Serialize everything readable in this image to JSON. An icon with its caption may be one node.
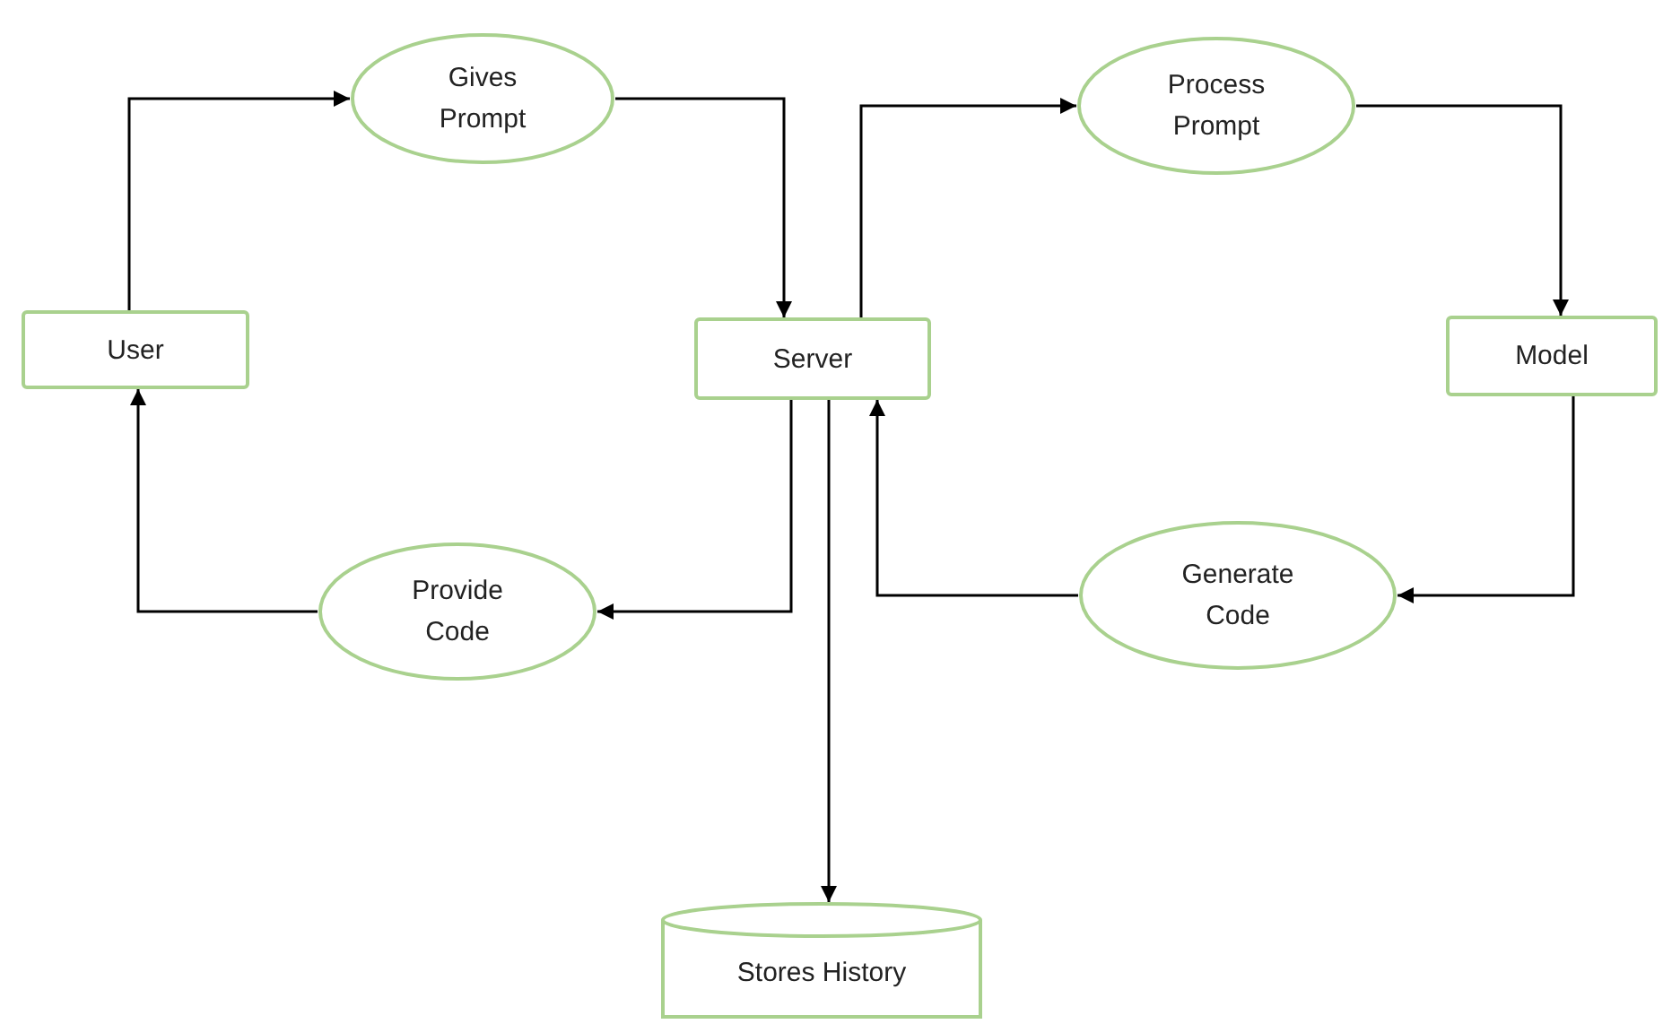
{
  "diagram": {
    "nodes": [
      {
        "text": [
          "User"
        ]
      },
      {
        "text": [
          "Gives Prompt"
        ]
      },
      {
        "text": [
          "Server"
        ]
      },
      {
        "text": [
          "Process Prompt"
        ]
      },
      {
        "text": [
          "Model"
        ]
      },
      {
        "text": [
          "Provide Code"
        ]
      },
      {
        "text": [
          "Generate Code"
        ]
      },
      {
        "text": [
          "Stores History"
        ]
      }
    ],
    "edges": [
      {
        "from": 0,
        "to": 1,
        "arrow": "to"
      },
      {
        "from": 1,
        "to": 2,
        "arrow": "to"
      },
      {
        "from": 2,
        "to": 3,
        "arrow": "to"
      },
      {
        "from": 3,
        "to": 4,
        "arrow": "to"
      },
      {
        "from": 4,
        "to": 6,
        "arrow": "to"
      },
      {
        "from": 6,
        "to": 2,
        "arrow": "to"
      },
      {
        "from": 2,
        "to": 5,
        "arrow": "to"
      },
      {
        "from": 5,
        "to": 0,
        "arrow": "to"
      },
      {
        "from": 2,
        "to": 7,
        "arrow": "to"
      }
    ]
  }
}
